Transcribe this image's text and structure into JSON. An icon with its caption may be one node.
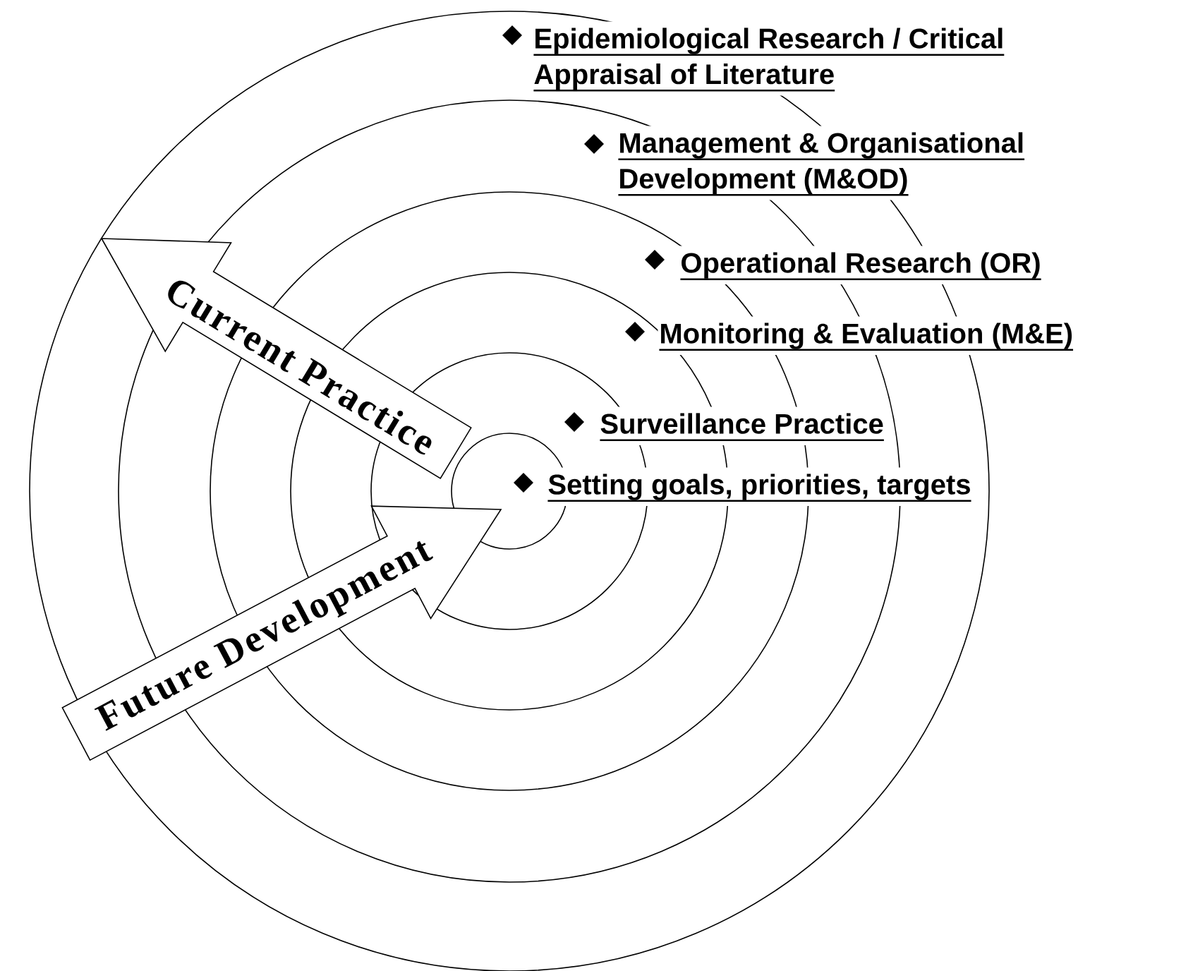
{
  "diagram": {
    "nodes": [
      {
        "text": [
          "Current Practice"
        ]
      },
      {
        "text": [
          "Future Development"
        ]
      }
    ],
    "labels": [
      "Epidemiological Research / Critical Appraisal of Literature",
      "Management & Organisational Development (M&OD)",
      "Operational Research (OR)",
      "Monitoring & Evaluation (M&E)",
      "Surveillance Practice",
      "Setting goals, priorities, targets"
    ]
  }
}
